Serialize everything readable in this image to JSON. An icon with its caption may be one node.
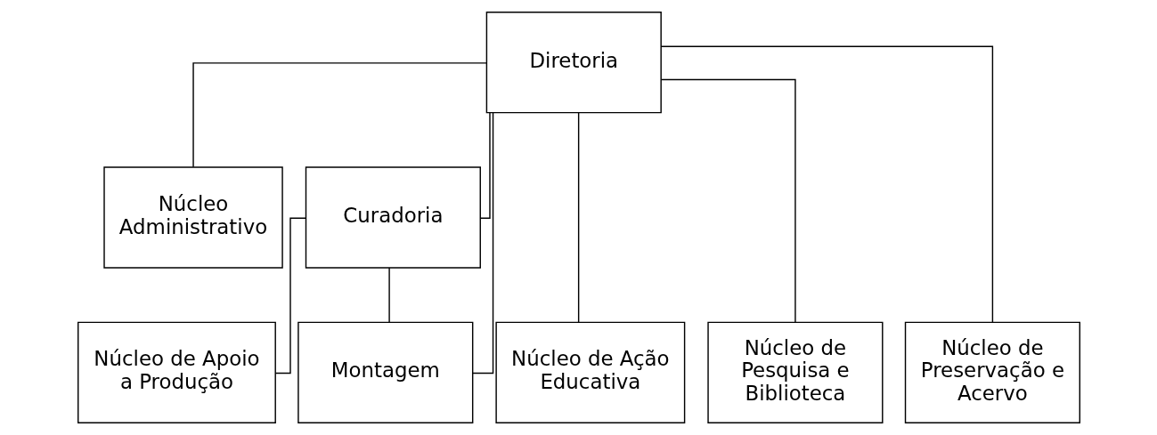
{
  "diagram": {
    "nodes": [
      {
        "text": [
          "Diretoria"
        ]
      },
      {
        "text": [
          "Núcleo Administrativo"
        ]
      },
      {
        "text": [
          "Curadoria"
        ]
      },
      {
        "text": [
          "Núcleo de Ação Educativa"
        ]
      },
      {
        "text": [
          "Núcleo de Pesquisa e Biblioteca"
        ]
      },
      {
        "text": [
          "Núcleo de Preservação e Acervo"
        ]
      },
      {
        "text": [
          "Núcleo de Apoio a Produção"
        ]
      },
      {
        "text": [
          "Montagem"
        ]
      }
    ],
    "edges": [
      {
        "from": 0,
        "to": 1,
        "arrow": "none"
      },
      {
        "from": 0,
        "to": 2,
        "arrow": "none"
      },
      {
        "from": 0,
        "to": 3,
        "arrow": "none"
      },
      {
        "from": 0,
        "to": 4,
        "arrow": "none"
      },
      {
        "from": 0,
        "to": 5,
        "arrow": "none"
      },
      {
        "from": 0,
        "to": 7,
        "arrow": "none"
      },
      {
        "from": 2,
        "to": 6,
        "arrow": "none"
      },
      {
        "from": 2,
        "to": 7,
        "arrow": "none"
      }
    ]
  }
}
